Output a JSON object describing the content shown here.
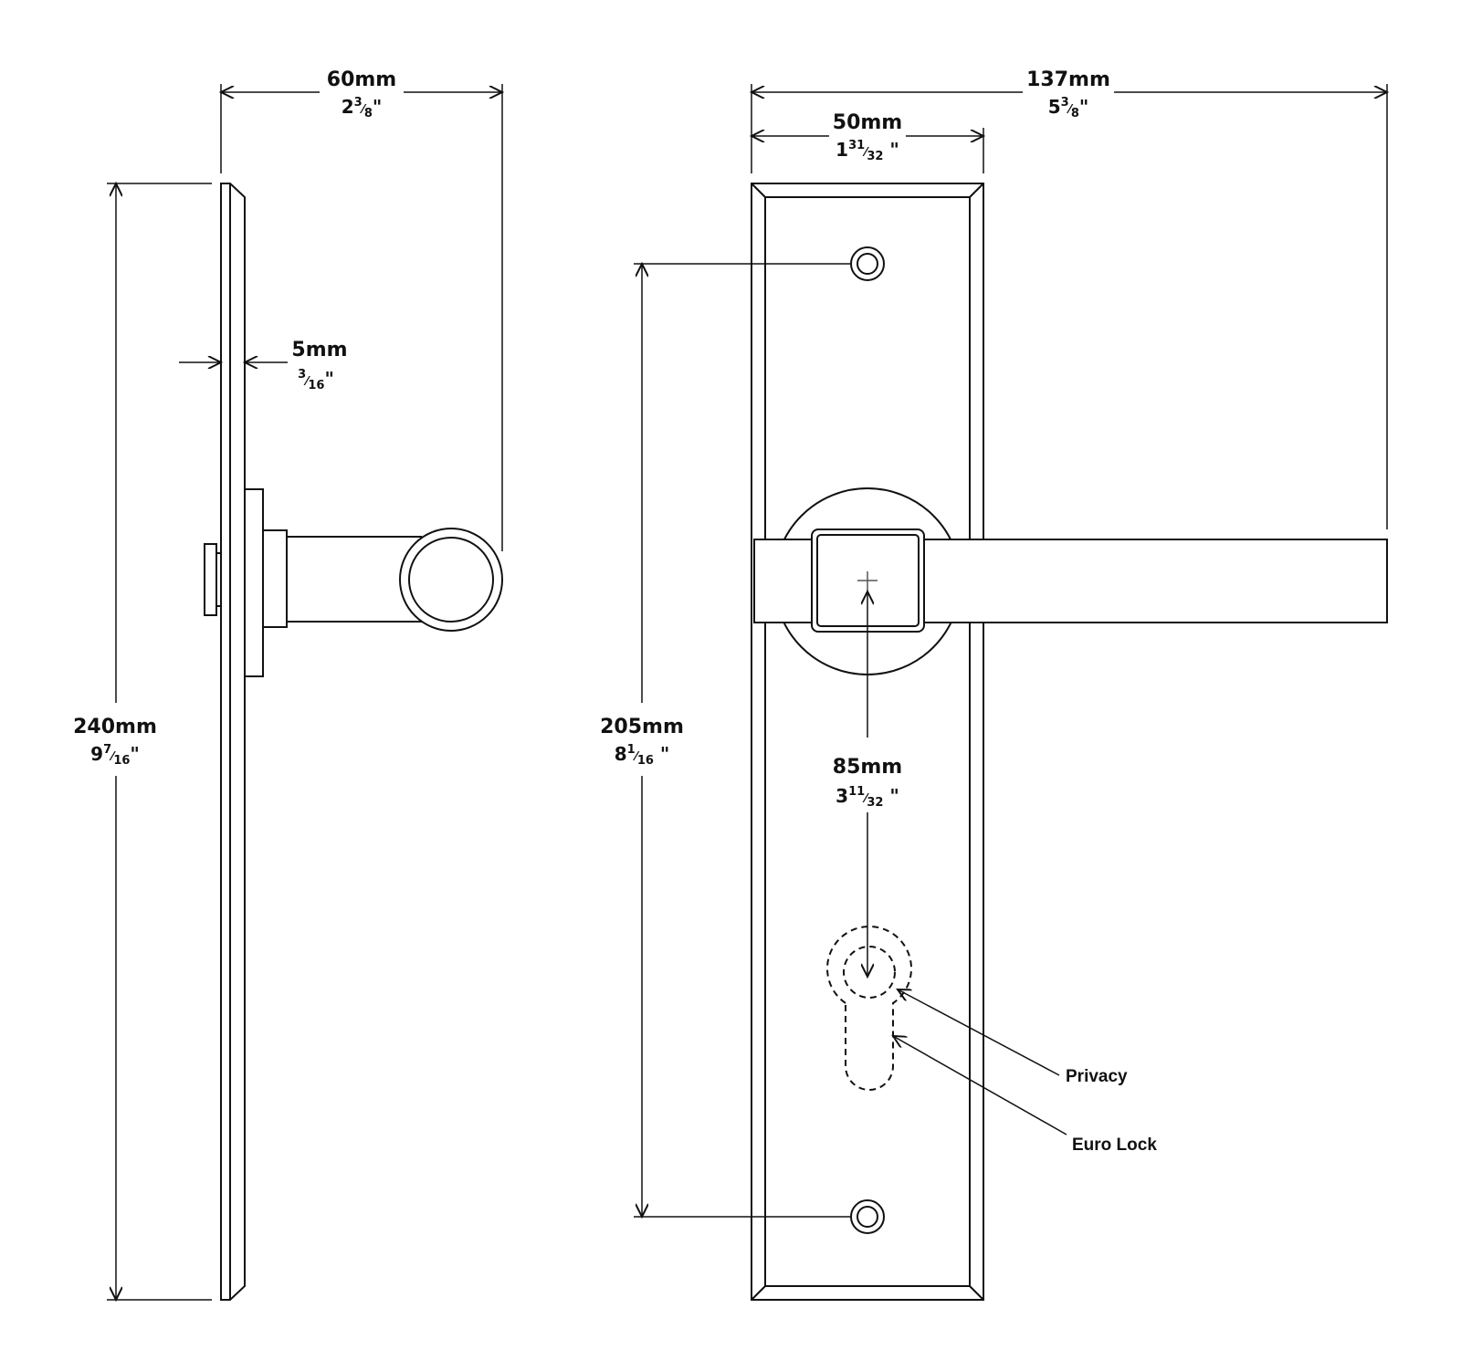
{
  "colors": {
    "line": "#111111",
    "background": "#ffffff"
  },
  "dimensions": {
    "depth": {
      "mm": "60mm",
      "whole": "2",
      "num": "3",
      "den": "8",
      "mark": "\""
    },
    "plate_thick": {
      "mm": "5mm",
      "whole": "",
      "num": "3",
      "den": "16",
      "mark": "\""
    },
    "height": {
      "mm": "240mm",
      "whole": "9",
      "num": "7",
      "den": "16",
      "mark": "\""
    },
    "total_width": {
      "mm": "137mm",
      "whole": "5",
      "num": "3",
      "den": "8",
      "mark": "\""
    },
    "plate_width": {
      "mm": "50mm",
      "whole": "1",
      "num": "31",
      "den": "32",
      "mark": " \""
    },
    "screw_centers": {
      "mm": "205mm",
      "whole": "8",
      "num": "1",
      "den": "16",
      "mark": " \""
    },
    "backset": {
      "mm": "85mm",
      "whole": "3",
      "num": "11",
      "den": "32",
      "mark": " \""
    }
  },
  "callouts": {
    "privacy": "Privacy",
    "euro_lock": "Euro Lock"
  }
}
